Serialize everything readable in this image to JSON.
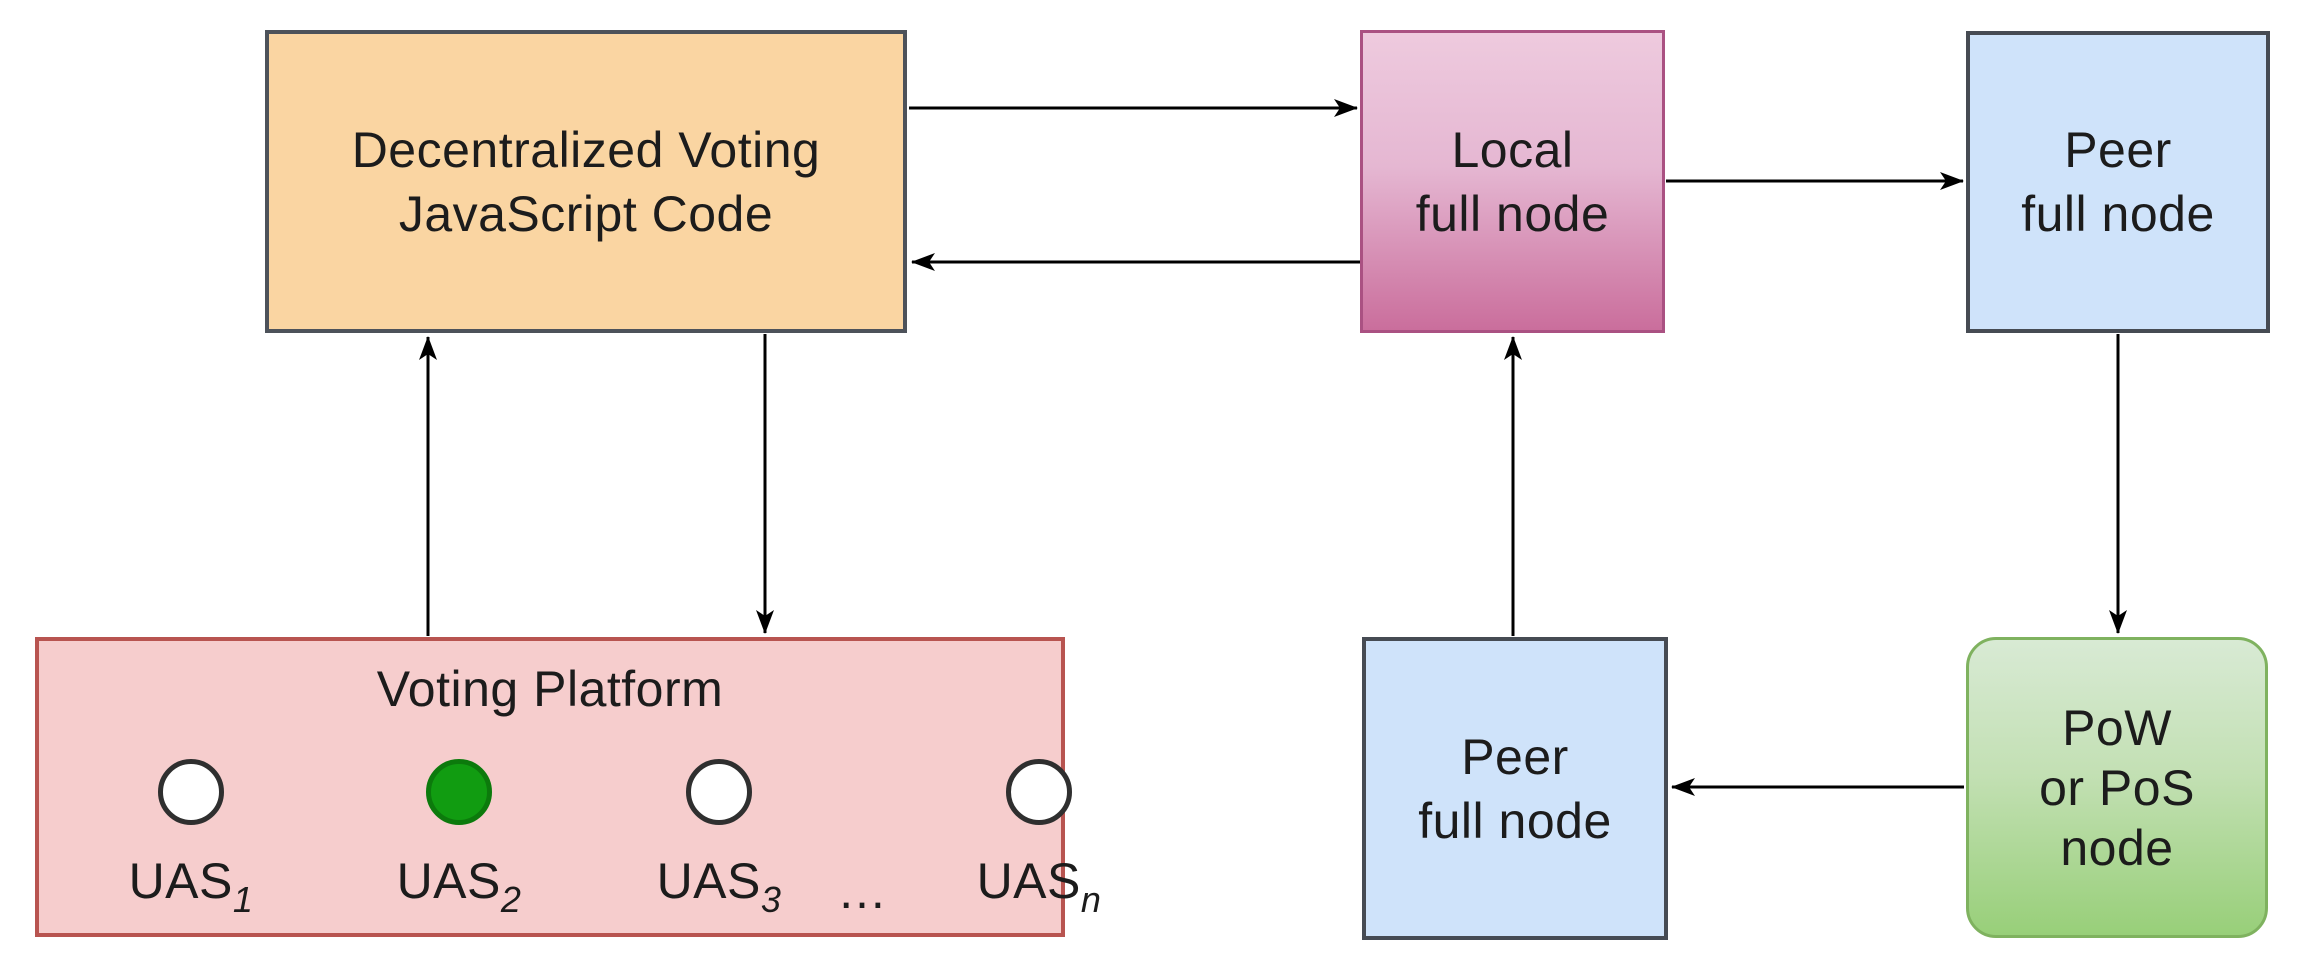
{
  "diagram": {
    "background": "#ffffff",
    "arrow_color": "#000000",
    "text_color": "#1c1c1c"
  },
  "nodes": {
    "dvjs": {
      "line1": "Decentralized Voting",
      "line2": "JavaScript Code",
      "fill": "#fad5a2",
      "border": "#4d525a"
    },
    "local_full_node": {
      "line1": "Local",
      "line2": "full node",
      "fill_top": "#eecade",
      "fill_bottom": "#ca6e9c",
      "border": "#aa5182"
    },
    "peer_full_node_top": {
      "line1": "Peer",
      "line2": "full node",
      "fill": "#cfe3fa",
      "border": "#464b53"
    },
    "peer_full_node_bottom": {
      "line1": "Peer",
      "line2": "full node",
      "fill": "#cfe3fa",
      "border": "#464b53"
    },
    "pow_pos_node": {
      "line1": "PoW",
      "line2": "or PoS",
      "line3": "node",
      "fill_top": "#d8ead4",
      "fill_bottom": "#98cf79",
      "border": "#7fb25f"
    },
    "voting_platform": {
      "title": "Voting Platform",
      "fill": "#f6cdcd",
      "border": "#b85450",
      "ellipsis": "…",
      "members": [
        {
          "base": "UAS",
          "sub": "1",
          "dot_color": "#ffffff",
          "selected": false
        },
        {
          "base": "UAS",
          "sub": "2",
          "dot_color": "#119c11",
          "selected": true
        },
        {
          "base": "UAS",
          "sub": "3",
          "dot_color": "#ffffff",
          "selected": false
        },
        {
          "base": "UAS",
          "sub": "n",
          "dot_color": "#ffffff",
          "selected": false
        }
      ]
    }
  }
}
